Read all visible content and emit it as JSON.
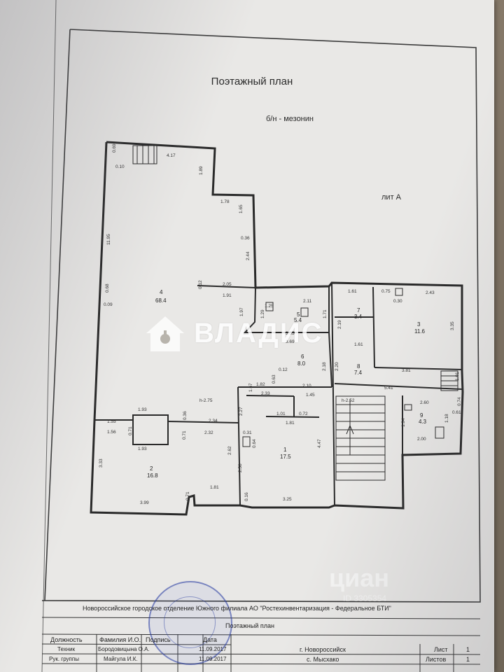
{
  "document": {
    "title": "Поэтажный план",
    "subtitle": "б/н - мезонин",
    "building_letter": "лит А"
  },
  "rooms": [
    {
      "num": "1",
      "area": "17.5"
    },
    {
      "num": "2",
      "area": "16.8"
    },
    {
      "num": "3",
      "area": "11.6"
    },
    {
      "num": "4",
      "area": "68.4"
    },
    {
      "num": "5",
      "area": "5.4"
    },
    {
      "num": "6",
      "area": "8.0"
    },
    {
      "num": "7",
      "area": "3.4"
    },
    {
      "num": "8",
      "area": "7.4"
    },
    {
      "num": "9",
      "area": "4.3"
    }
  ],
  "dimensions": [
    "4.17",
    "0.69",
    "0.10",
    "1.89",
    "1.78",
    "1.65",
    "0.36",
    "2.44",
    "11.95",
    "0.68",
    "0.09",
    "0.12",
    "2.05",
    "1.91",
    "1.25",
    "2.11",
    "1.97",
    "1.29",
    "1.71",
    "3.55",
    "3.69",
    "1.61",
    "0.75",
    "0.30",
    "2.43",
    "2.19",
    "1.61",
    "3.35",
    "0.12",
    "0.63",
    "1.82",
    "2.33",
    "2.10",
    "2.18",
    "2.20",
    "3.81",
    "1.01",
    "5.41",
    "h-2.75",
    "1.67",
    "1.45",
    "h-2.52",
    "1.55",
    "1.56",
    "1.93",
    "1.93",
    "0.36",
    "0.71",
    "2.34",
    "2.32",
    "0.71",
    "2.27",
    "1.01",
    "1.81",
    "0.72",
    "0.31",
    "0.64",
    "2.60",
    "0.74",
    "1.94",
    "0.61",
    "1.18",
    "2.00",
    "3.33",
    "2.62",
    "2.58",
    "4.47",
    "1.81",
    "0.71",
    "3.99",
    "3.25",
    "0.16"
  ],
  "watermark": {
    "brand": "ВЛАДИС",
    "site": "циан",
    "id": "ID 3305354"
  },
  "title_block": {
    "org": "Новороссийское городское отделение Южного филиала АО \"Ростехинвентаризация - Федеральное БТИ\"",
    "plan_name": "Поэтажный план",
    "headers": [
      "Должность",
      "Фамилия И.О.",
      "Подпись",
      "Дата"
    ],
    "rows": [
      {
        "role": "Техник",
        "name": "Бородовицына О.А.",
        "date": "11.09.2017"
      },
      {
        "role": "Рук. группы",
        "name": "Майгула И.К.",
        "date": "11.09.2017"
      }
    ],
    "city": "г. Новороссийск",
    "village": "с. Мысхако",
    "sheet_label": "Лист",
    "sheet_value": "1",
    "sheets_label": "Листов",
    "sheets_value": "1"
  }
}
